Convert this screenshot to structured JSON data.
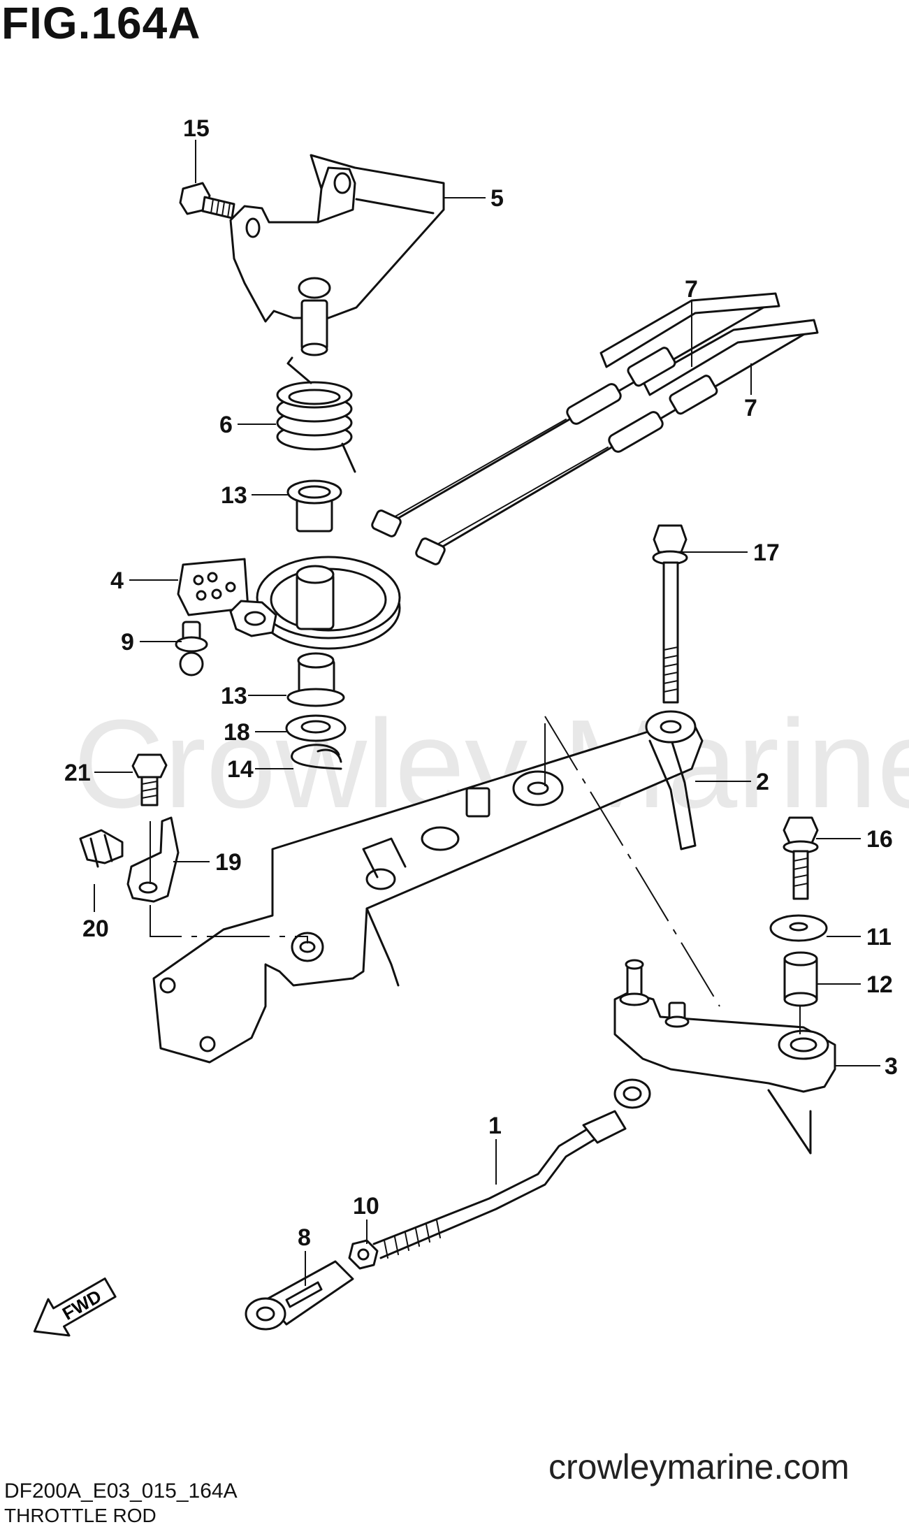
{
  "figure": {
    "title": "FIG.164A",
    "model_code": "DF200A_E03_015_164A",
    "subtitle": "THROTTLE ROD",
    "website": "crowleymarine.com",
    "watermark": "Crowley Marine"
  },
  "callouts": {
    "c1": "1",
    "c2": "2",
    "c3": "3",
    "c4": "4",
    "c5": "5",
    "c6": "6",
    "c7a": "7",
    "c7b": "7",
    "c8": "8",
    "c9": "9",
    "c10": "10",
    "c11": "11",
    "c12": "12",
    "c13a": "13",
    "c13b": "13",
    "c14": "14",
    "c15": "15",
    "c16": "16",
    "c17": "17",
    "c18": "18",
    "c19": "19",
    "c20": "20",
    "c21": "21"
  },
  "fwd_arrow": {
    "label": "FWD"
  }
}
